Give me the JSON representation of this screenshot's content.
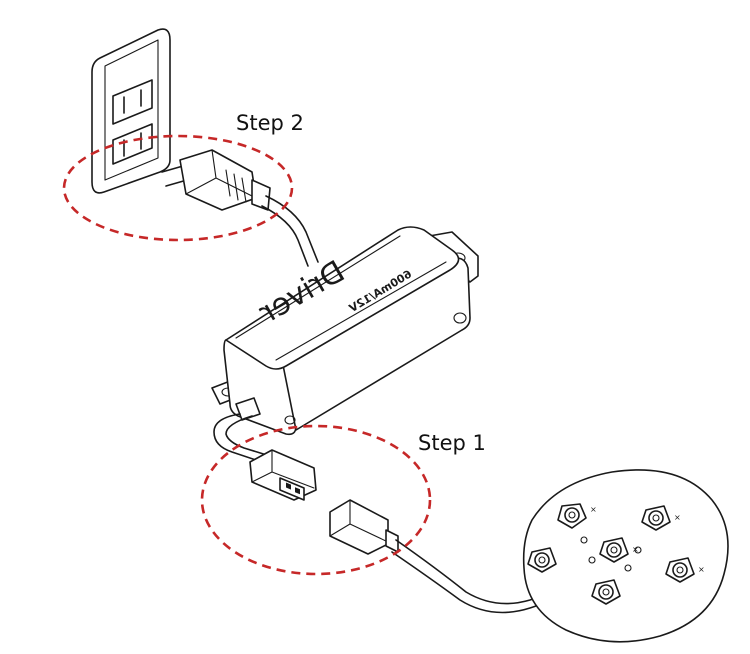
{
  "labels": {
    "step1": "Step 1",
    "step2": "Step 2",
    "driver_name": "Driver",
    "driver_spec": "600mA/12V"
  },
  "colors": {
    "line": "#1a1a1a",
    "highlight": "#c62828",
    "background": "#ffffff"
  },
  "icons": {
    "outlet": "wall-outlet-icon",
    "plug": "power-plug-icon",
    "driver": "led-driver-icon",
    "connector": "cable-connector-icon",
    "led_board": "led-light-board-icon"
  }
}
